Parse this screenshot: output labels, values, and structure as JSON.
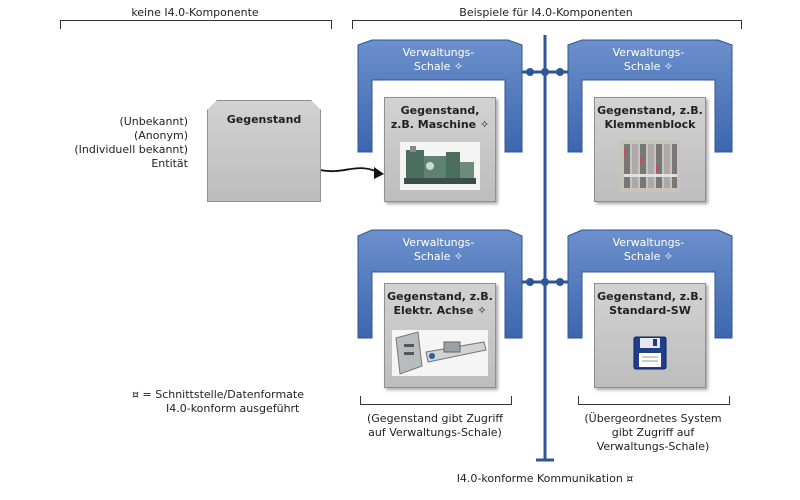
{
  "header": {
    "left": "keine I4.0-Komponente",
    "right": "Beispiele für I4.0-Komponenten"
  },
  "entity_labels": {
    "line1": "(Unbekannt)",
    "line2": "(Anonym)",
    "line3": "(Individuell bekannt)",
    "line4": "Entität"
  },
  "plain_object": {
    "title": "Gegenstand"
  },
  "components": [
    {
      "shell_line1": "Verwaltungs-",
      "shell_line2": "Schale ✧",
      "object_line1": "Gegenstand,",
      "object_line2": "z.B. Maschine ✧",
      "image": "machine-image"
    },
    {
      "shell_line1": "Verwaltungs-",
      "shell_line2": "Schale ✧",
      "object_line1": "Gegenstand, z.B.",
      "object_line2": "Klemmenblock",
      "image": "terminal-block-image"
    },
    {
      "shell_line1": "Verwaltungs-",
      "shell_line2": "Schale ✧",
      "object_line1": "Gegenstand, z.B.",
      "object_line2": "Elektr. Achse ✧",
      "image": "electric-axis-image"
    },
    {
      "shell_line1": "Verwaltungs-",
      "shell_line2": "Schale ✧",
      "object_line1": "Gegenstand, z.B.",
      "object_line2": "Standard-SW",
      "image": "floppy-disk-icon"
    }
  ],
  "legend": {
    "symbol": "¤",
    "line1": "= Schnittstelle/Datenformate",
    "line2": "I4.0-konform ausgeführt"
  },
  "captions": {
    "left_line1": "(Gegenstand gibt Zugriff",
    "left_line2": "auf Verwaltungs-Schale)",
    "right_line1": "(Übergeordnetes System",
    "right_line2": "gibt Zugriff auf",
    "right_line3": "Verwaltungs-Schale)"
  },
  "bus_label": "I4.0-konforme Kommunikation ¤",
  "colors": {
    "shell": "#4a74b8",
    "shell_dark": "#2f5597",
    "bus": "#2f5597",
    "object_box": "#c8c8c8"
  }
}
